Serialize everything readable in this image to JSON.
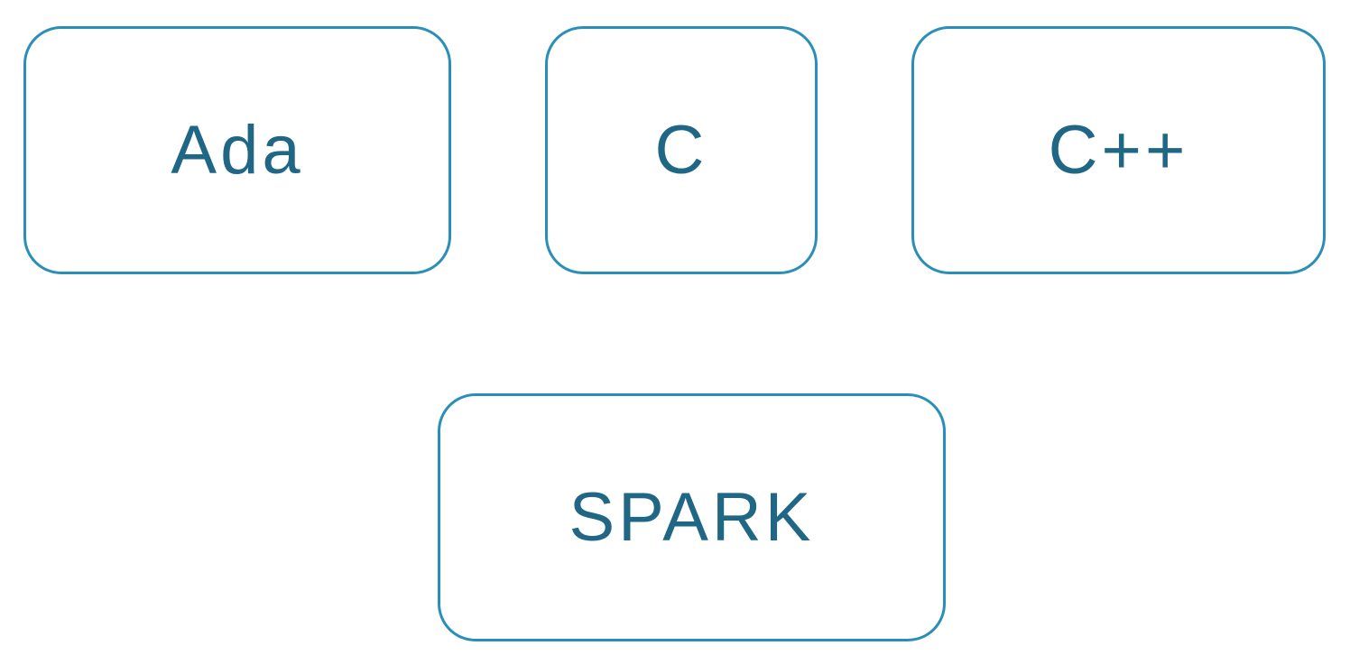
{
  "diagram": {
    "nodes": [
      {
        "id": "ada",
        "label": "Ada"
      },
      {
        "id": "c",
        "label": "C"
      },
      {
        "id": "cpp",
        "label": "C++"
      },
      {
        "id": "spark",
        "label": "SPARK"
      }
    ],
    "colors": {
      "border": "#2a8fb8",
      "text": "#1f6784",
      "background": "#ffffff"
    }
  }
}
